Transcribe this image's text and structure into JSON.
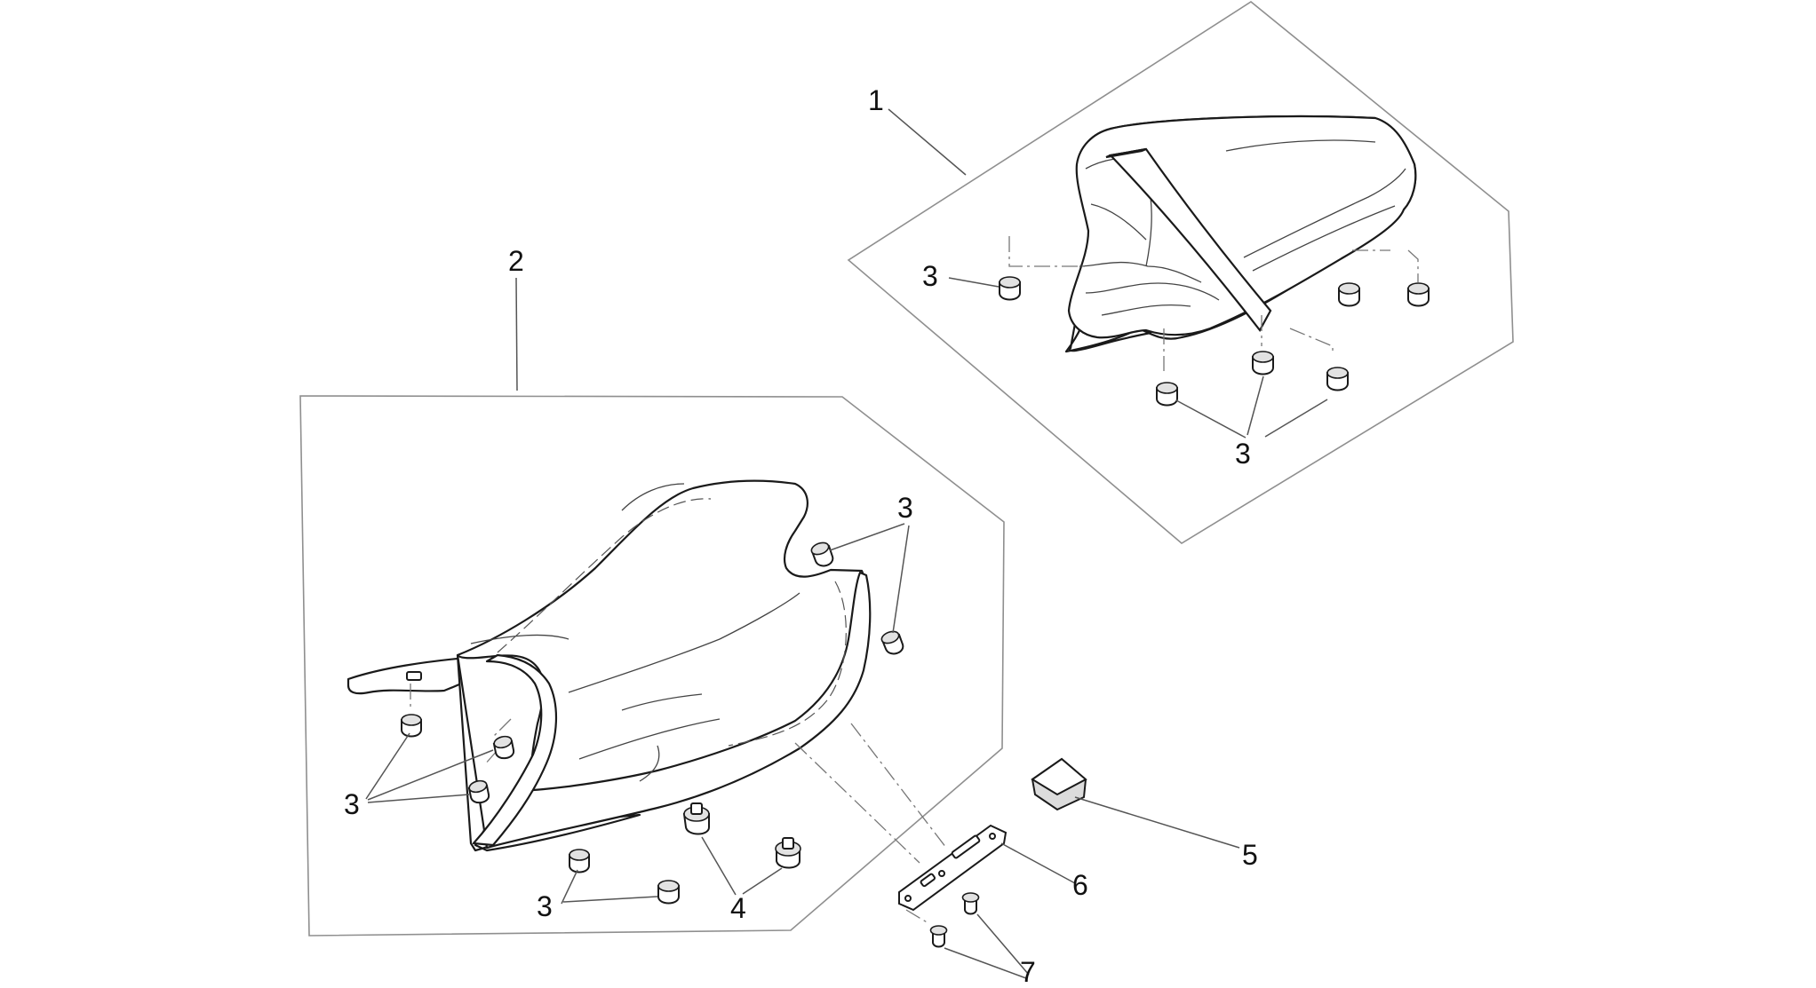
{
  "callouts": {
    "rear_seat": "1",
    "rider_seat": "2",
    "rubber_buffer": "3",
    "fixing_stud": "4",
    "adhesive_pad": "5",
    "mounting_plate": "6",
    "screw": "7"
  },
  "colors": {
    "line": "#1a1a1a",
    "frame": "#8f8f8f",
    "background": "#ffffff"
  }
}
